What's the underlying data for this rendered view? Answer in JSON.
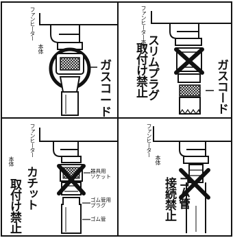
{
  "panels": [
    {
      "id": "top-left",
      "heater_label": "ファンヒーター",
      "body_label": "本体",
      "callout": "ガスコード",
      "verdict": "ok"
    },
    {
      "id": "top-right",
      "heater_label": "ファンヒーター本体",
      "warning_line1": "スリムプラグ",
      "warning_line2": "取付け禁止",
      "callout": "ガスコード",
      "verdict": "prohibited"
    },
    {
      "id": "bottom-left",
      "heater_label": "ファンヒーター",
      "body_label": "本体",
      "warning_line1": "カチット",
      "warning_line2": "取付け禁止",
      "socket_label_1": "器具用",
      "socket_label_2": "ソケット",
      "plug_label_1": "ゴム管用",
      "plug_label_2": "プラグ",
      "hose_label": "ゴム管",
      "verdict": "prohibited"
    },
    {
      "id": "bottom-right",
      "heater_label": "ファンヒーター",
      "body_label": "本体",
      "warning_line1": "ゴム管",
      "warning_line2": "接続禁止",
      "verdict": "prohibited"
    }
  ],
  "colors": {
    "line": "#111111",
    "background": "#ffffff"
  }
}
